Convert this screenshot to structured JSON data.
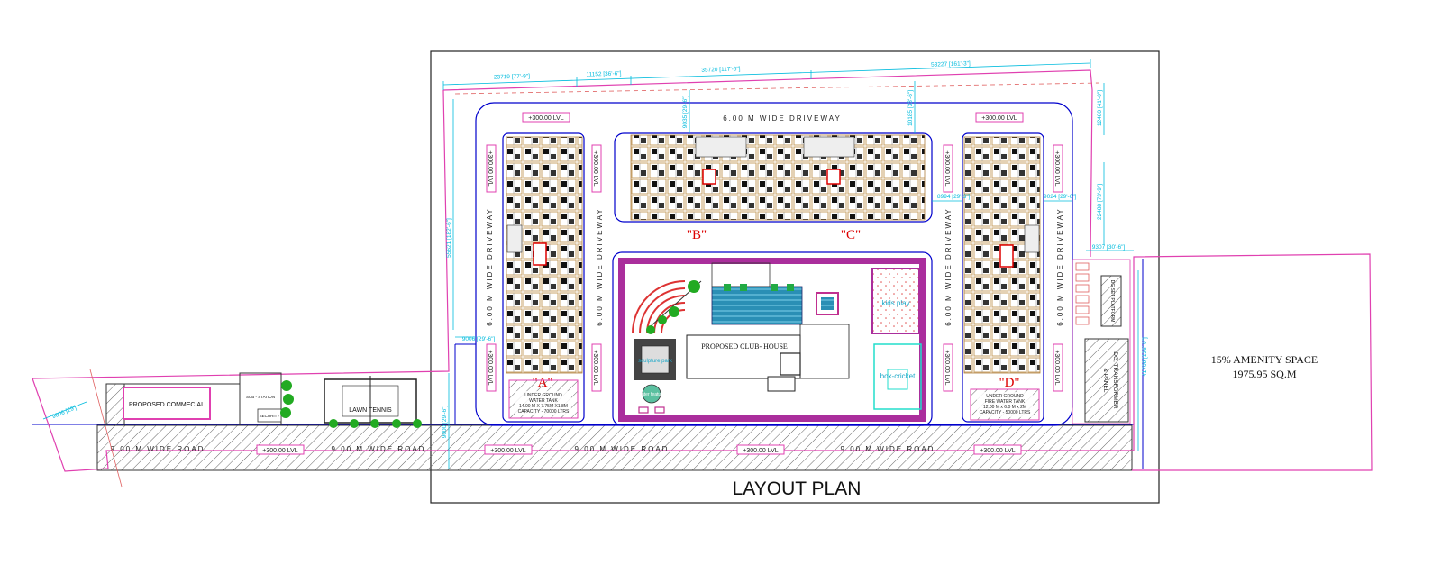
{
  "plan": {
    "title": "LAYOUT PLAN",
    "amenity": {
      "line1": "15% AMENITY SPACE",
      "line2": "1975.95 SQ.M"
    },
    "driveway": "6.00 M  WIDE DRIVEWAY",
    "road": "9.00 M  WIDE ROAD",
    "level": "+300.00 LVL",
    "blocks": {
      "a": "\"A\"",
      "b": "\"B\"",
      "c": "\"C\"",
      "d": "\"D\""
    },
    "club_house": "PROPOSED CLUB- HOUSE",
    "kids_play": "kids play",
    "box_cricket": "box-cricket",
    "lawn_tennis": "LAWN   TENNIS",
    "commercial": "PROPOSED COMMECIAL",
    "sub_station": "SUB - STATION",
    "security": "SECURITY",
    "tank_a": {
      "l1": "UNDER GROUND",
      "l2": "WATER TANK",
      "l3": "14.00 M X 7.75M X1.8M",
      "l4": "CAPACITY - 70000 LTRS"
    },
    "tank_d": {
      "l1": "UNDER GROUND",
      "l2": "FIRE WATER TANK",
      "l3": "12.00 M x 6.0 M x 2M",
      "l4": "CAPACITY - 50000 LTRS"
    },
    "transformer": {
      "l1": "DG, TRANSFORMER",
      "l2": "& PANEL"
    },
    "dg_set": "DG SET PLATFORM",
    "sculpture": "sculpture park",
    "water_feature": "water feature",
    "dims": {
      "d1": "23719 [77'-9\"]",
      "d2": "11152 [36'-6\"]",
      "d3": "35720 [117'-6\"]",
      "d4": "53227 [161'-3\"]",
      "d5": "9035 [29'-6\"]",
      "d6": "10185 [33'-6\"]",
      "d7": "12480 [41'-0\"]",
      "d8": "8994 [29'-3\"]",
      "d9": "9024 [29'-6\"]",
      "d10": "22488 [73'-9\"]",
      "d11": "9307 [30'-6\"]",
      "d12": "9006 [29'-6\"]",
      "d13": "55621 [182'-6\"]",
      "d14": "9000 [29'-6\"]",
      "d15": "41709 [136'-9\"]",
      "d16": "9006 [29']"
    }
  },
  "colors": {
    "plot": "#e040b0",
    "road_line": "#0000cc",
    "dimension": "#00bbdd",
    "block_label": "#dd0000",
    "club_border": "#aa2e9c",
    "tree": "#22aa22",
    "court": "#22ddcc"
  }
}
